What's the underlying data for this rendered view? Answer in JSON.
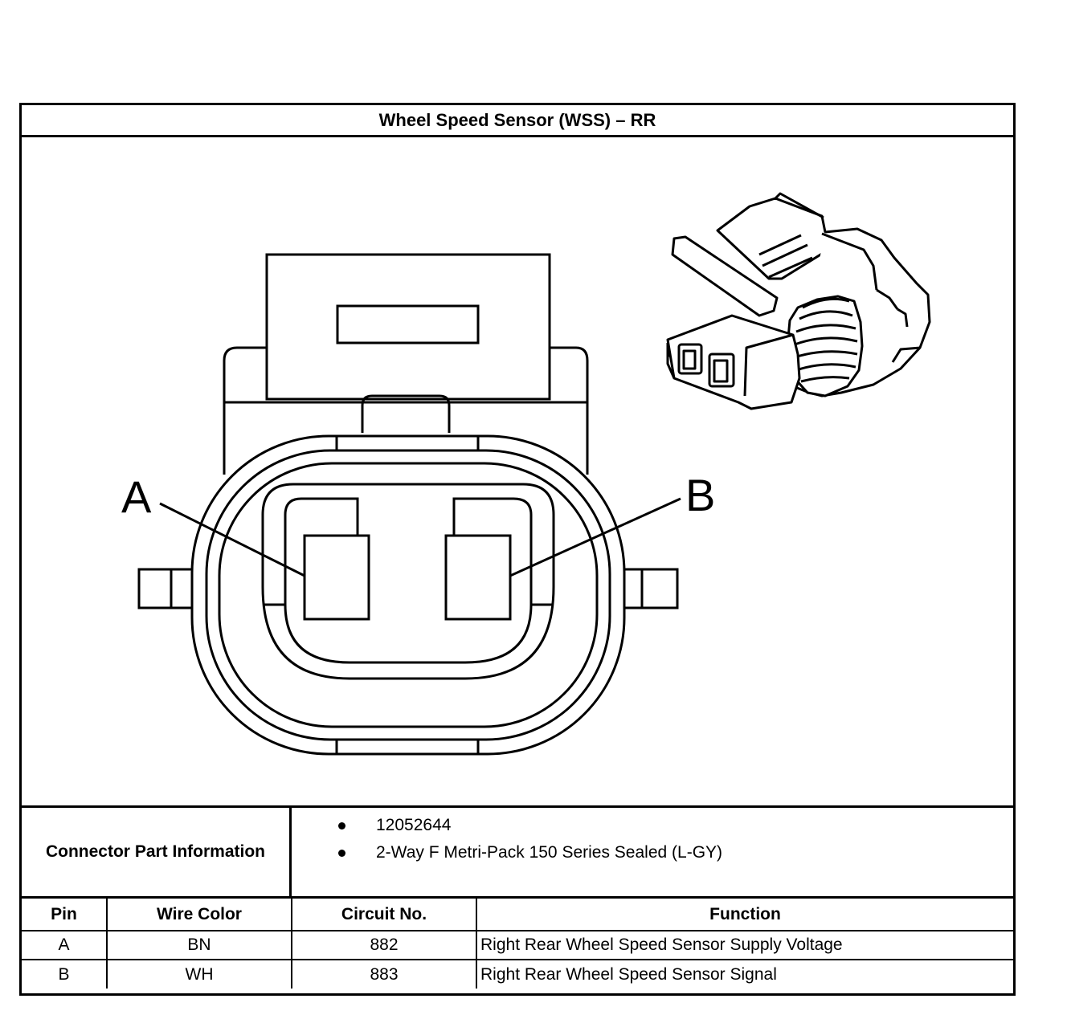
{
  "title": "Wheel Speed Sensor (WSS) – RR",
  "diagram": {
    "pin_labels": [
      "A",
      "B"
    ]
  },
  "connector_info": {
    "label": "Connector Part Information",
    "items": [
      "12052644",
      "2-Way F Metri-Pack 150 Series Sealed (L-GY)"
    ]
  },
  "pin_table": {
    "headers": [
      "Pin",
      "Wire Color",
      "Circuit No.",
      "Function"
    ],
    "rows": [
      [
        "A",
        "BN",
        "882",
        "Right Rear Wheel Speed Sensor Supply Voltage"
      ],
      [
        "B",
        "WH",
        "883",
        "Right Rear Wheel Speed Sensor Signal"
      ]
    ]
  }
}
